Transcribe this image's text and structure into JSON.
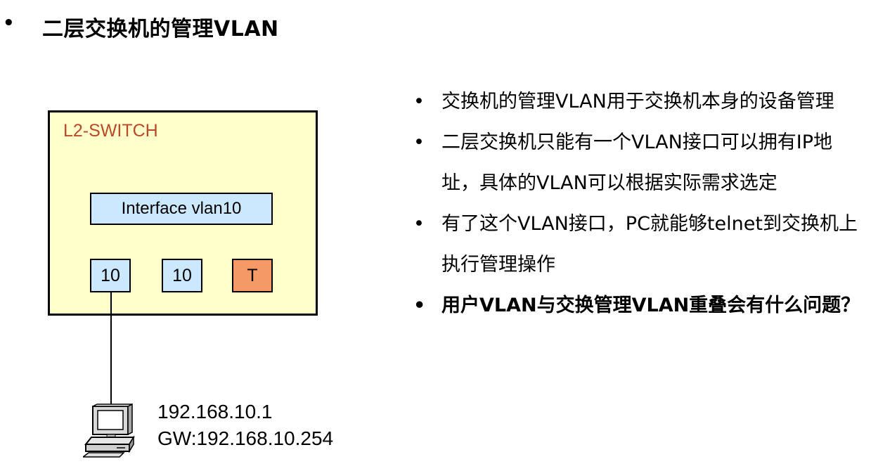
{
  "slide": {
    "bullet": "•",
    "title": "二层交换机的管理VLAN"
  },
  "diagram": {
    "switch_label": "L2-SWITCH",
    "interface_label": "Interface vlan10",
    "ports": [
      "10",
      "10",
      "T"
    ],
    "pc_ip": "192.168.10.1",
    "pc_gw": "GW:192.168.10.254",
    "colors": {
      "switch_fill": "#ffffcc",
      "access_port_fill": "#cce8ff",
      "trunk_port_fill": "#f59a66",
      "switch_label_color": "#b84a2a"
    }
  },
  "points": [
    {
      "text": "交换机的管理VLAN用于交换机本身的设备管理"
    },
    {
      "text": "二层交换机只能有一个VLAN接口可以拥有IP地址，具体的VLAN可以根据实际需求选定"
    },
    {
      "text": "有了这个VLAN接口，PC就能够telnet到交换机上执行管理操作"
    },
    {
      "text": "用户VLAN与交换管理VLAN重叠会有什么问题？"
    }
  ]
}
